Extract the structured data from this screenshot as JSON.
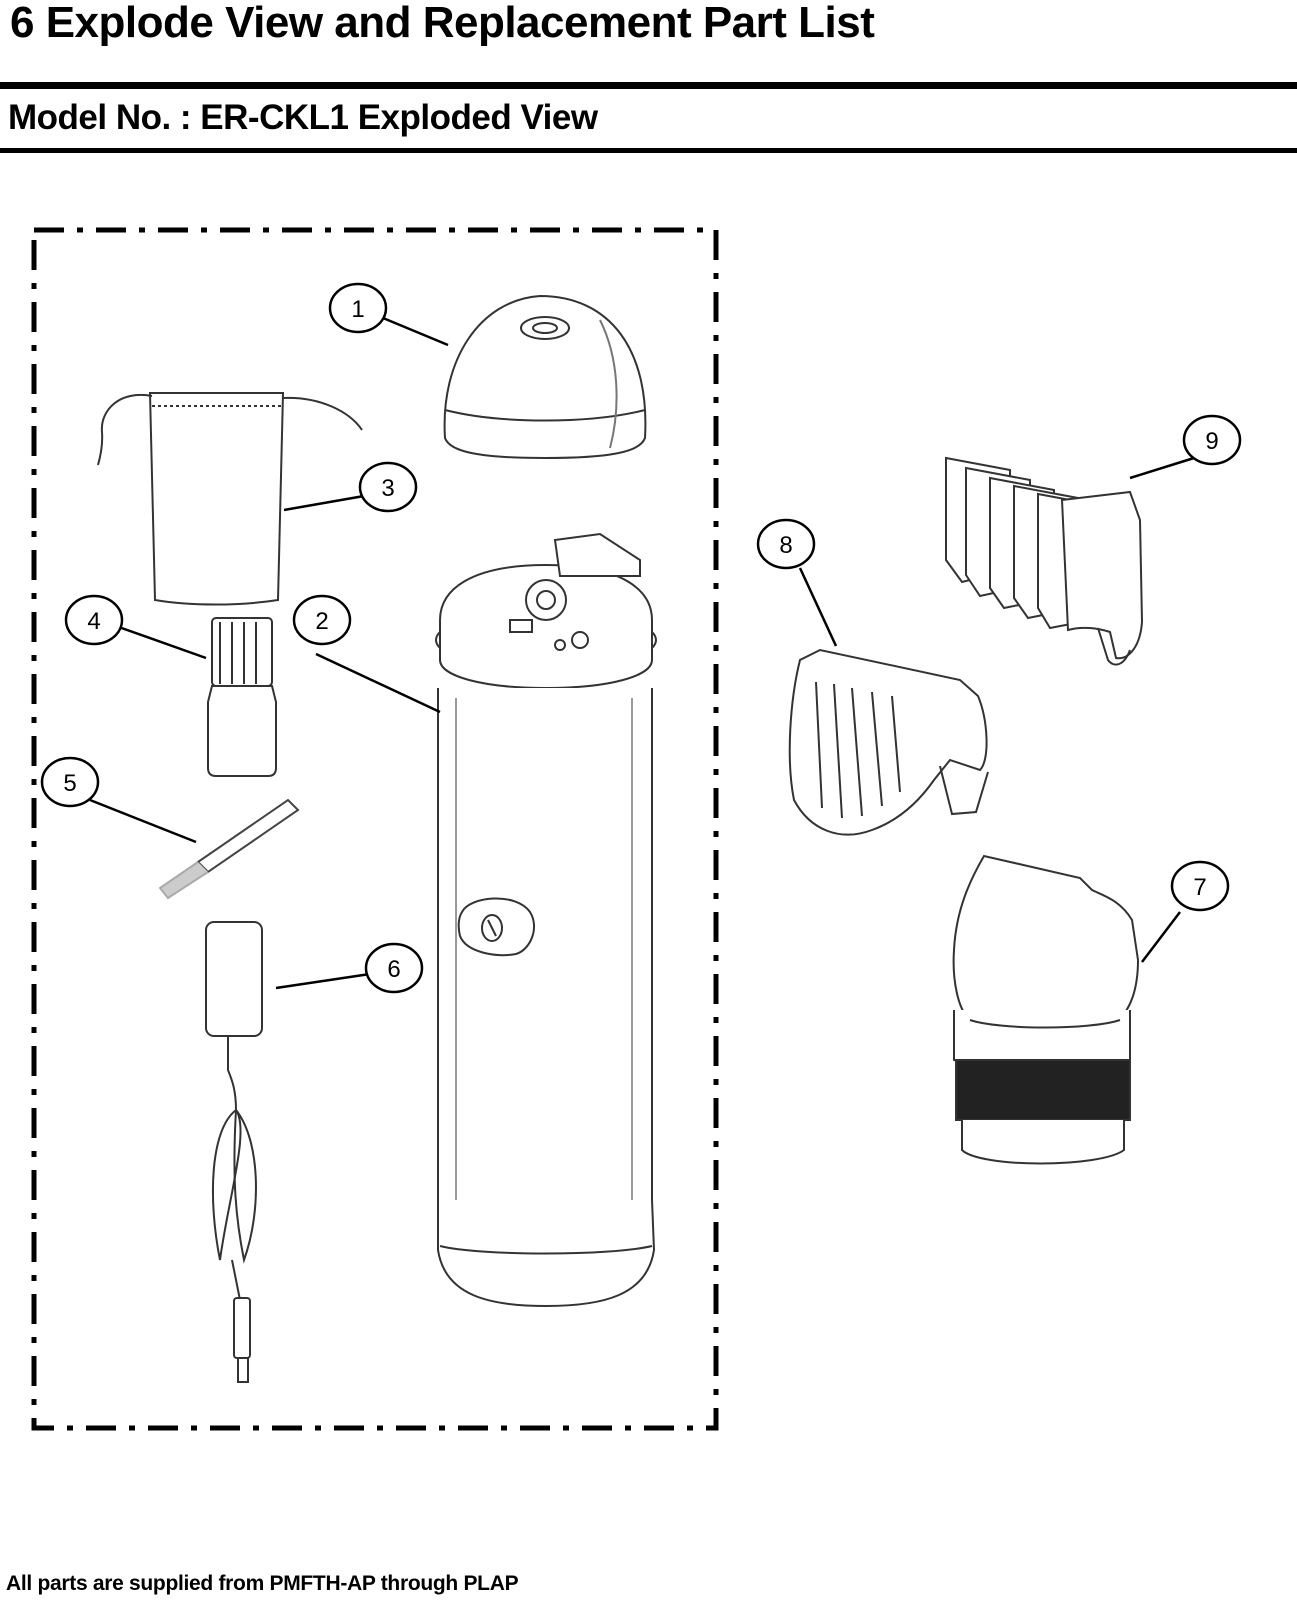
{
  "header": {
    "title": "6 Explode View and Replacement Part List",
    "subtitle": "Model No. : ER-CKL1 Exploded View"
  },
  "callouts": [
    "1",
    "2",
    "3",
    "4",
    "5",
    "6",
    "7",
    "8",
    "9"
  ],
  "footer": {
    "note": "All parts are supplied from PMFTH-AP through PLAP"
  }
}
